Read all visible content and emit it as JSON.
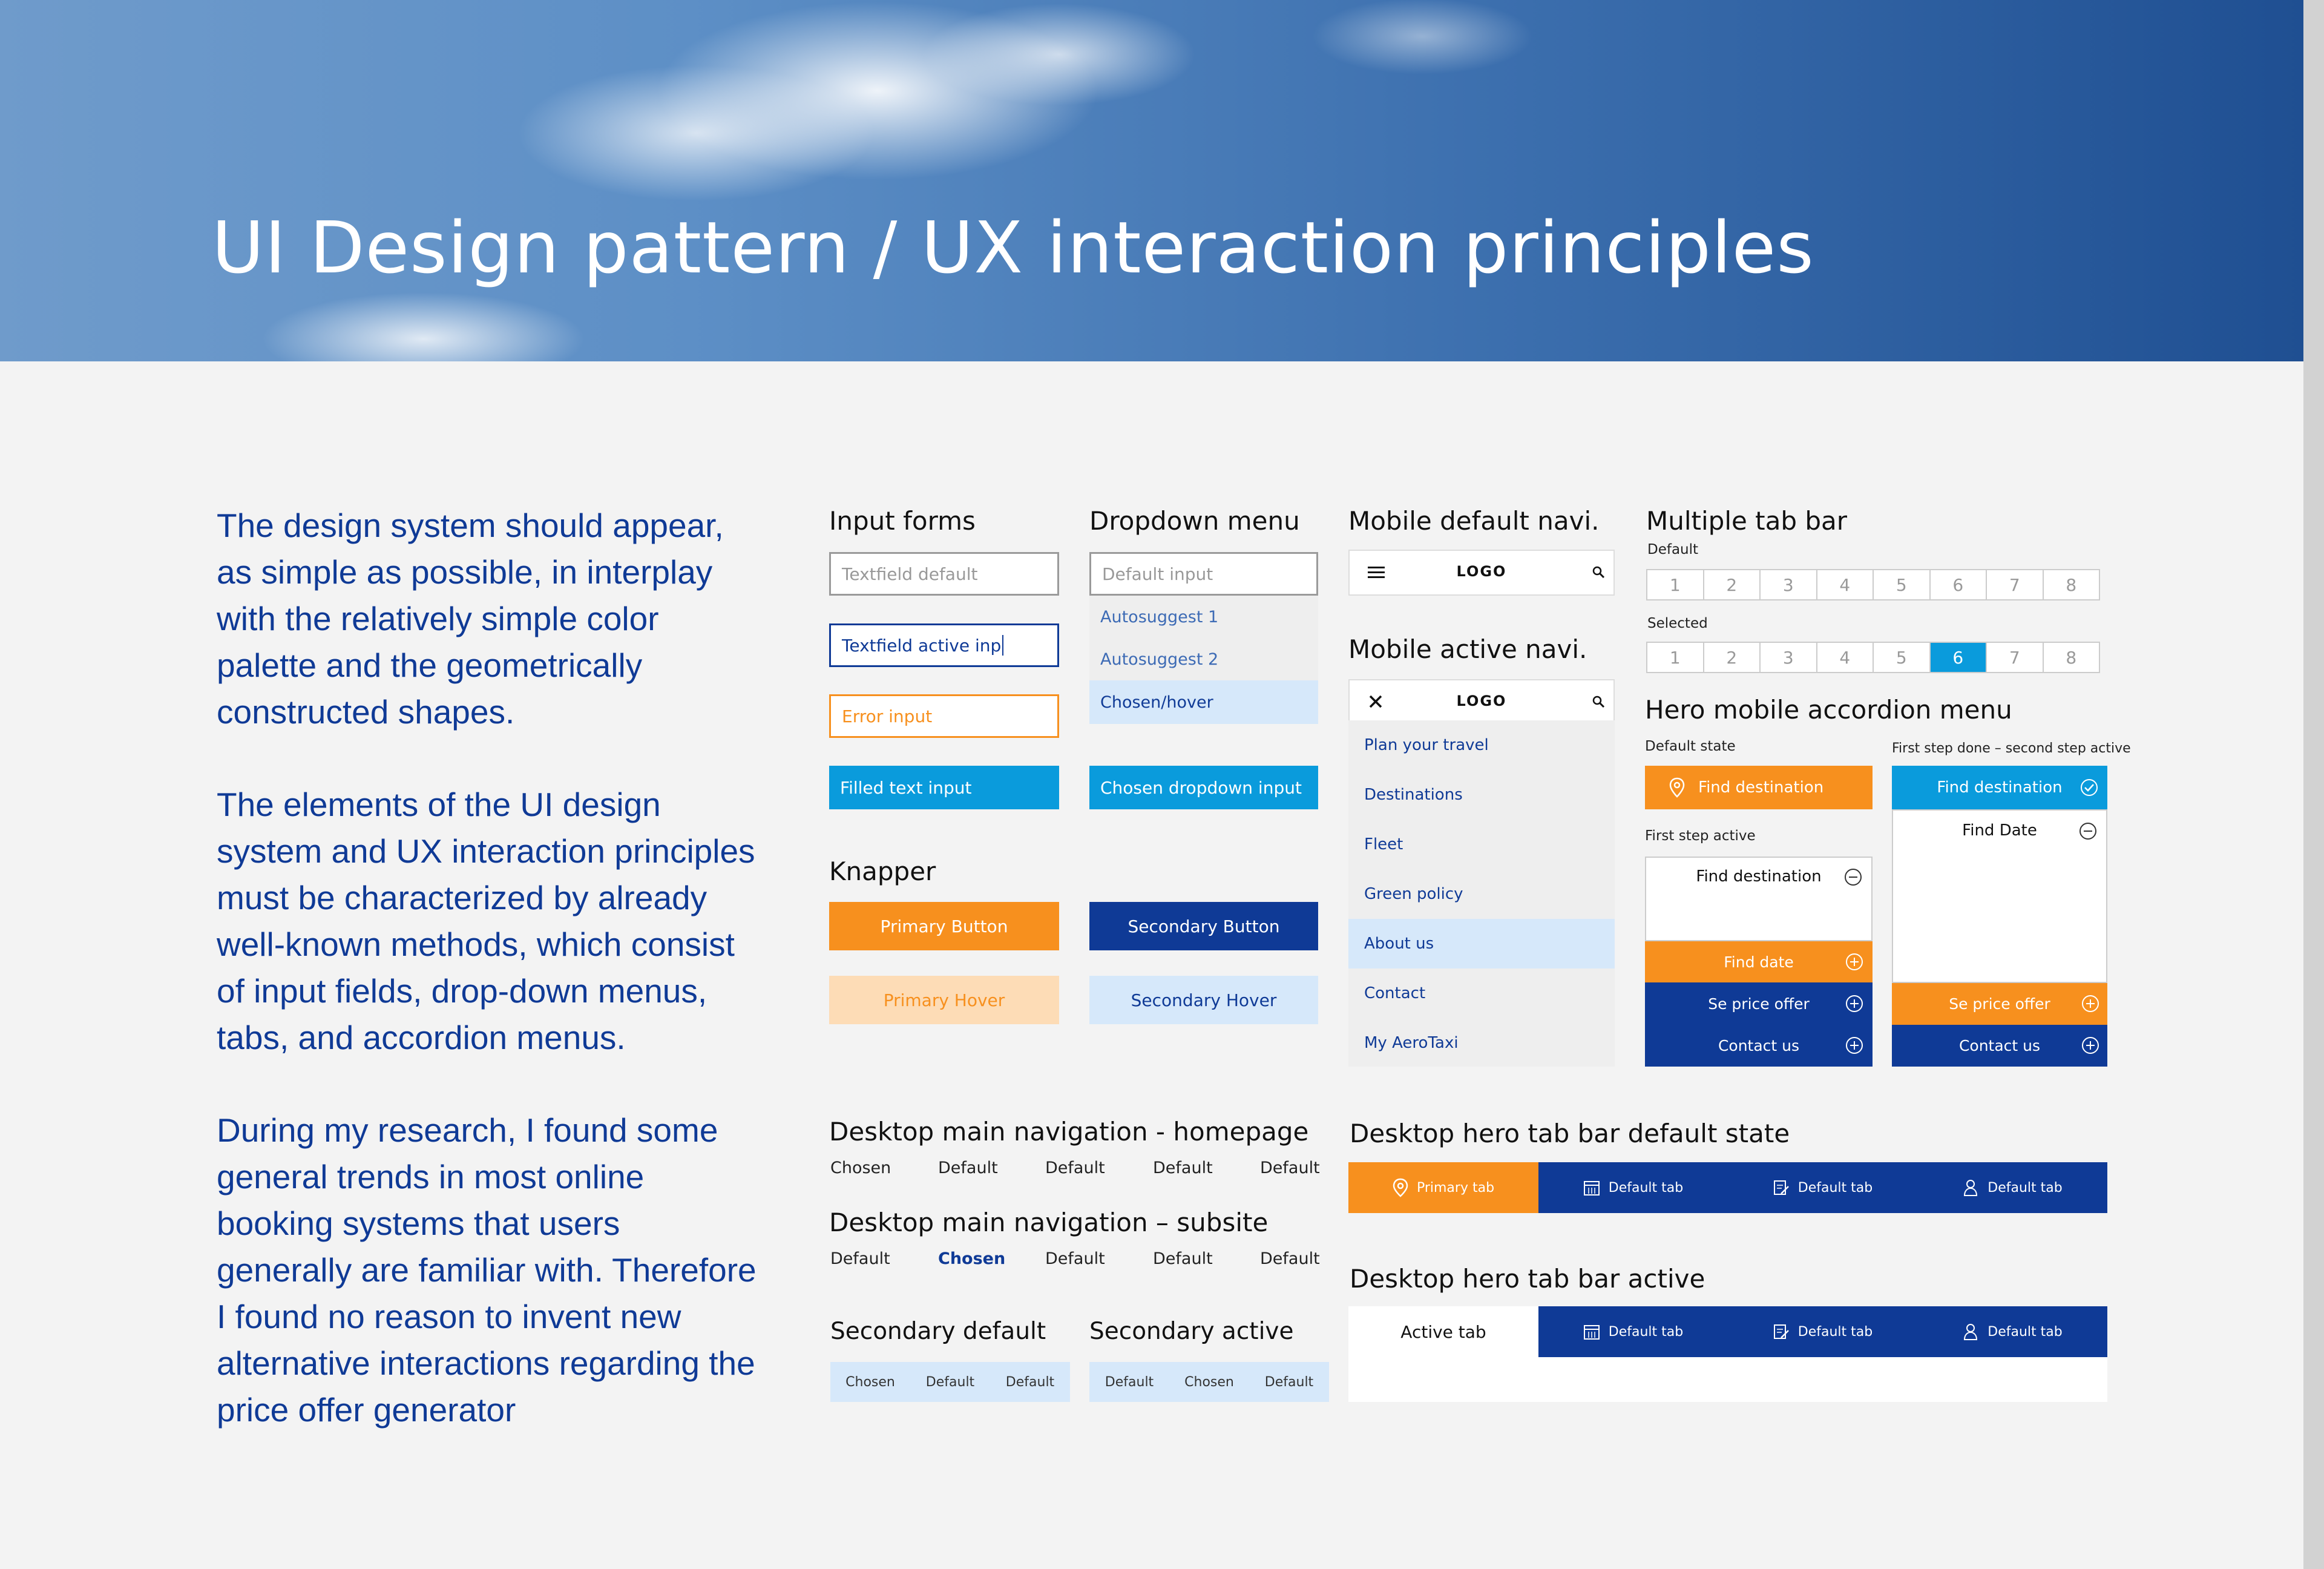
{
  "hero": {
    "title": "UI Design pattern / UX interaction principles"
  },
  "intro": {
    "p1": "The design system should appear, as simple as possible, in interplay with the relatively simple color palette and the geometrically constructed shapes.",
    "p2": "The elements of the UI design system and UX interaction principles must be characterized by already well-known methods, which consist of input fields, drop-down menus, tabs, and accordion menus.",
    "p3": "During my research, I found some general trends in most online booking systems that users generally are familiar with. Therefore I found no reason to invent new alternative interactions regarding the price offer generator"
  },
  "input_forms": {
    "title": "Input forms",
    "default_placeholder": "Textfield default",
    "active_value": "Textfield active inp",
    "error_value": "Error input",
    "filled_value": "Filled text input"
  },
  "dropdown": {
    "title": "Dropdown menu",
    "placeholder": "Default input",
    "options": [
      "Autosuggest 1",
      "Autosuggest 2",
      "Chosen/hover"
    ],
    "chosen_input": "Chosen dropdown input"
  },
  "buttons": {
    "title": "Knapper",
    "primary": "Primary Button",
    "secondary": "Secondary Button",
    "primary_hover": "Primary Hover",
    "secondary_hover": "Secondary Hover"
  },
  "mobile_default": {
    "title": "Mobile default navi.",
    "logo": "LOGO"
  },
  "mobile_active": {
    "title": "Mobile active navi.",
    "logo": "LOGO",
    "items": [
      "Plan your travel",
      "Destinations",
      "Fleet",
      "Green policy",
      "About us",
      "Contact",
      "My AeroTaxi"
    ],
    "active_index": 4
  },
  "tab_bar": {
    "title": "Multiple tab bar",
    "default_label": "Default",
    "selected_label": "Selected",
    "tabs": [
      "1",
      "2",
      "3",
      "4",
      "5",
      "6",
      "7",
      "8"
    ],
    "selected_index": 5
  },
  "accordion": {
    "title": "Hero mobile accordion menu",
    "default_state_label": "Default state",
    "first_active_label": "First step active",
    "second_active_label": "First step done – second step active",
    "find_destination": "Find destination",
    "find_date_upper": "Find Date",
    "find_date": "Find date",
    "price_offer": "Se price offer",
    "contact": "Contact us"
  },
  "desktop_nav_home": {
    "title": "Desktop main navigation - homepage",
    "items": [
      "Chosen",
      "Default",
      "Default",
      "Default",
      "Default"
    ]
  },
  "desktop_nav_sub": {
    "title": "Desktop main navigation – subsite",
    "items": [
      "Default",
      "Chosen",
      "Default",
      "Default",
      "Default"
    ]
  },
  "secondary_default": {
    "title": "Secondary default",
    "items": [
      "Chosen",
      "Default",
      "Default"
    ]
  },
  "secondary_active": {
    "title": "Secondary active",
    "items": [
      "Default",
      "Chosen",
      "Default"
    ]
  },
  "hero_tab_default": {
    "title": "Desktop hero tab bar default state",
    "tabs": [
      "Primary tab",
      "Default tab",
      "Default tab",
      "Default tab"
    ]
  },
  "hero_tab_active": {
    "title": "Desktop hero tab bar active",
    "tabs": [
      "Active tab",
      "Default tab",
      "Default tab",
      "Default tab"
    ]
  },
  "colors": {
    "orange": "#f7901e",
    "light_blue": "#0a9bdc",
    "navy": "#0f3a96",
    "pale_orange": "#fddcb6",
    "pale_blue": "#d6e8fa"
  }
}
